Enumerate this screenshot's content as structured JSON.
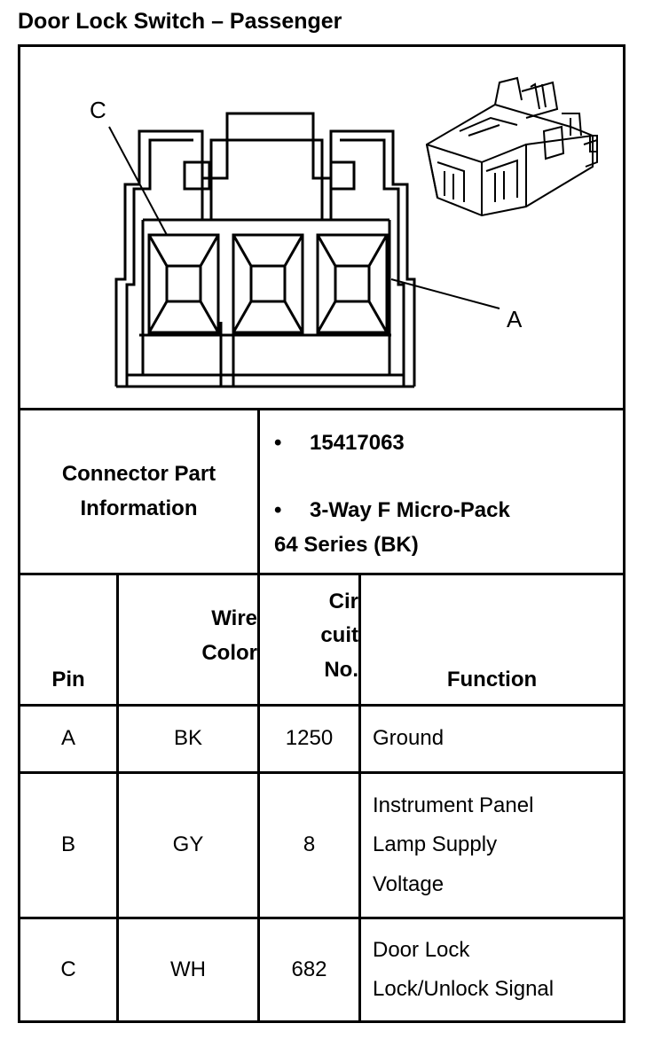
{
  "title": "Door Lock Switch – Passenger",
  "diagram": {
    "label_c": "C",
    "label_a": "A"
  },
  "connector": {
    "label_line1": "Connector Part",
    "label_line2": "Information",
    "bullet_symbol": "•",
    "part_number": "15417063",
    "type_line1": "3-Way F Micro-Pack",
    "type_line2": "64 Series (BK)"
  },
  "table": {
    "headers": {
      "pin": "Pin",
      "wire_line1": "Wire",
      "wire_line2": "Color",
      "circuit_line1": "Cir",
      "circuit_line2": "cuit",
      "circuit_line3": "No.",
      "function": "Function"
    },
    "rows": [
      {
        "pin": "A",
        "wire": "BK",
        "circuit": "1250",
        "function_lines": [
          "Ground"
        ]
      },
      {
        "pin": "B",
        "wire": "GY",
        "circuit": "8",
        "function_lines": [
          "Instrument Panel",
          "Lamp Supply",
          "Voltage"
        ]
      },
      {
        "pin": "C",
        "wire": "WH",
        "circuit": "682",
        "function_lines": [
          "Door Lock",
          "Lock/Unlock Signal"
        ]
      }
    ]
  }
}
